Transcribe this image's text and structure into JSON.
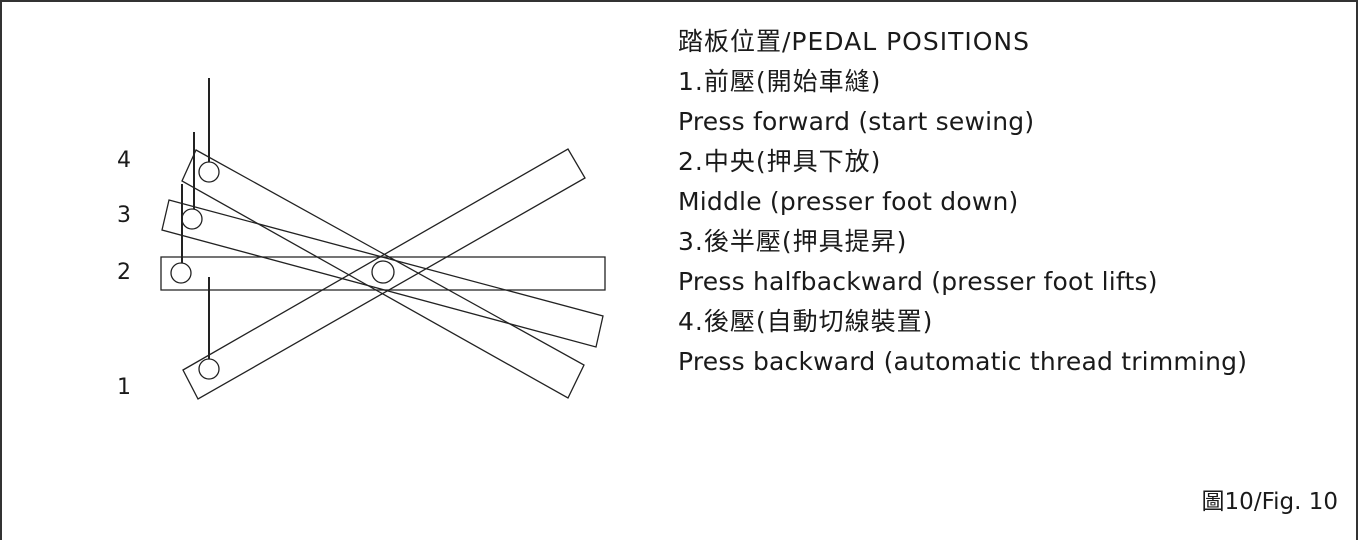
{
  "diagram": {
    "position_labels": [
      "4",
      "3",
      "2",
      "1"
    ]
  },
  "text": {
    "heading": "踏板位置/PEDAL POSITIONS",
    "pos1_zh": "1.前壓(開始車縫)",
    "pos1_en": "Press forward (start sewing)",
    "pos2_zh": "2.中央(押具下放)",
    "pos2_en": "Middle (presser foot down)",
    "pos3_zh": "3.後半壓(押具提昇)",
    "pos3_en": "Press halfbackward (presser foot lifts)",
    "pos4_zh": "4.後壓(自動切線裝置)",
    "pos4_en": "Press backward (automatic thread trimming)"
  },
  "figure_label": "圖10/Fig. 10"
}
